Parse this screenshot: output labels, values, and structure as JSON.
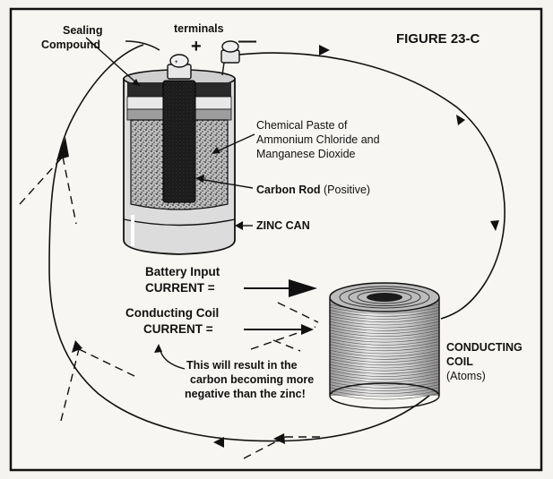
{
  "figure": {
    "title": "FIGURE 23-C"
  },
  "battery": {
    "terminals_label": "terminals",
    "plus_sign": "+",
    "minus_sign": "—",
    "sealing_line1": "Sealing",
    "sealing_line2": "Compound",
    "paste_line1": "Chemical Paste of",
    "paste_line2": "Ammonium Chloride and",
    "paste_line3": "Manganese Dioxide",
    "carbon_rod_bold": "Carbon Rod",
    "carbon_rod_note": " (Positive)",
    "zinc_can": "ZINC CAN"
  },
  "currents": {
    "battery_input_line1": "Battery Input",
    "battery_input_line2": "CURRENT =",
    "coil_line1": "Conducting Coil",
    "coil_line2": "CURRENT ="
  },
  "coil": {
    "line1": "CONDUCTING",
    "line2": "COIL",
    "line3": "(Atoms)"
  },
  "note": {
    "line1": "This will result in the",
    "line2": "carbon becoming more",
    "line3": "negative than the zinc!"
  },
  "colors": {
    "ink": "#111111",
    "paper": "#f4f3ef"
  }
}
